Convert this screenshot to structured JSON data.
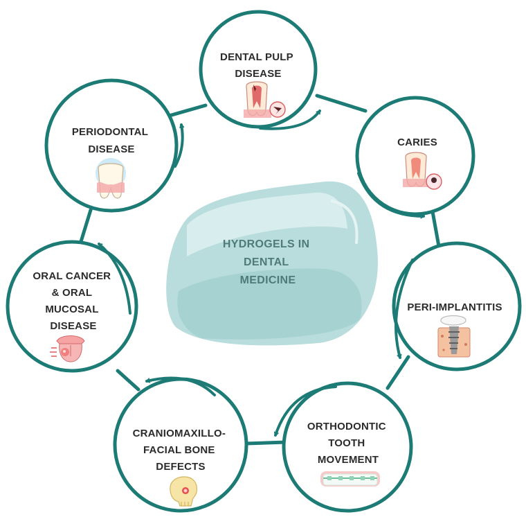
{
  "colors": {
    "ring": "#1d7b76",
    "center_blob": "#b9dcdc",
    "center_text": "#4f7a7a",
    "label_text": "#2b2b2b"
  },
  "center": {
    "lines": [
      "HYDROGELS IN",
      "DENTAL",
      "MEDICINE"
    ]
  },
  "nodes": [
    {
      "id": "dental-pulp-disease",
      "lines": [
        "DENTAL PULP",
        "DISEASE"
      ],
      "icon": "tooth-pulp-icon"
    },
    {
      "id": "caries",
      "lines": [
        "CARIES"
      ],
      "icon": "tooth-caries-icon"
    },
    {
      "id": "peri-implantitis",
      "lines": [
        "PERI-IMPLANTITIS"
      ],
      "icon": "dental-implant-icon"
    },
    {
      "id": "orthodontic-tooth-movement",
      "lines": [
        "ORTHODONTIC",
        "TOOTH",
        "MOVEMENT"
      ],
      "icon": "braces-icon"
    },
    {
      "id": "craniomaxillofacial-bone-defects",
      "lines": [
        "CRANIOMAXILLO-",
        "FACIAL BONE",
        "DEFECTS"
      ],
      "icon": "skull-icon"
    },
    {
      "id": "oral-cancer",
      "lines": [
        "ORAL CANCER",
        "& ORAL",
        "MUCOSAL",
        "DISEASE"
      ],
      "icon": "tongue-icon"
    },
    {
      "id": "periodontal-disease",
      "lines": [
        "PERIODONTAL",
        "DISEASE"
      ],
      "icon": "tooth-gum-icon"
    }
  ]
}
